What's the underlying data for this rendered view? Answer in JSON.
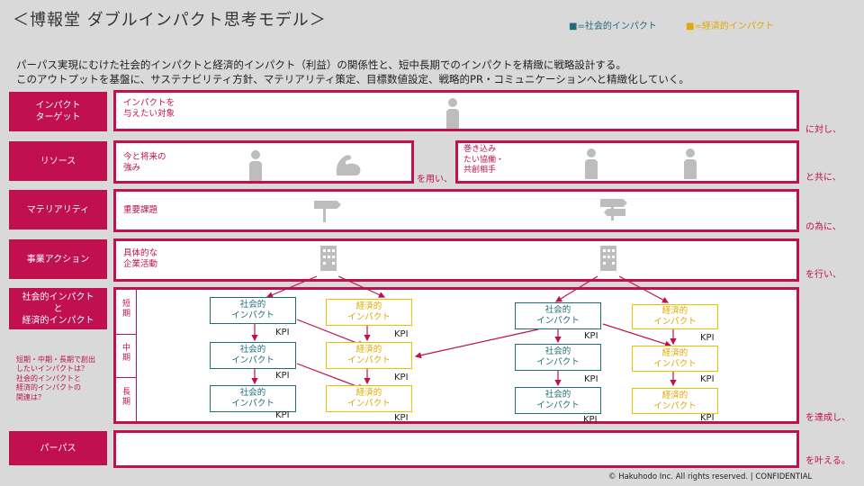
{
  "title": "＜博報堂 ダブルインパクト思考モデル＞",
  "legend": {
    "social": "■=社会的インパクト",
    "economic": "■=経済的インパクト",
    "social_color": "#1f6b7a",
    "economic_color": "#e0a800"
  },
  "intro": {
    "line1": "パーパス実現にむけた社会的インパクトと経済的インパクト（利益）の関係性と、短中長期でのインパクトを精緻に戦略設計する。",
    "line2": "このアウトプットを基盤に、サステナビリティ方針、マテリアリティ策定、目標数値設定、戦略的PR・コミュニケーションへと精緻化していく。"
  },
  "rows": {
    "target": {
      "label": "インパクト\nターゲット",
      "text": "インパクトを\n与えたい対象",
      "suffix": "に対し、",
      "icon": "person-icon"
    },
    "resource": {
      "label": "リソース",
      "text": "今と将来の\n強み",
      "mid": "を用い、",
      "text2": "巻き込み\nたい協働・\n共創相手",
      "suffix": "と共に、"
    },
    "materiality": {
      "label": "マテリアリティ",
      "text": "重要課題",
      "suffix": "の為に、",
      "icon": "signpost-icon"
    },
    "action": {
      "label": "事業アクション",
      "text": "具体的な\n企業活動",
      "suffix": "を行い、",
      "icon": "building-icon"
    },
    "impact": {
      "label": "社会的インパクト\nと\n経済的インパクト",
      "suffix": "を達成し、"
    },
    "purpose": {
      "label": "パーパス",
      "suffix": "を叶える。"
    }
  },
  "terms": {
    "short": "短期",
    "mid": "中期",
    "long": "長期"
  },
  "impact_labels": {
    "social": "社会的\nインパクト",
    "economic": "経済的\nインパクト",
    "kpi": "KPI"
  },
  "side_question": "短期・中期・長期で創出\nしたいインパクトは？\n社会的インパクトと\n経済的インパクトの\n関連は？",
  "footer": "© Hakuhodo Inc. All rights reserved. | CONFIDENTIAL"
}
